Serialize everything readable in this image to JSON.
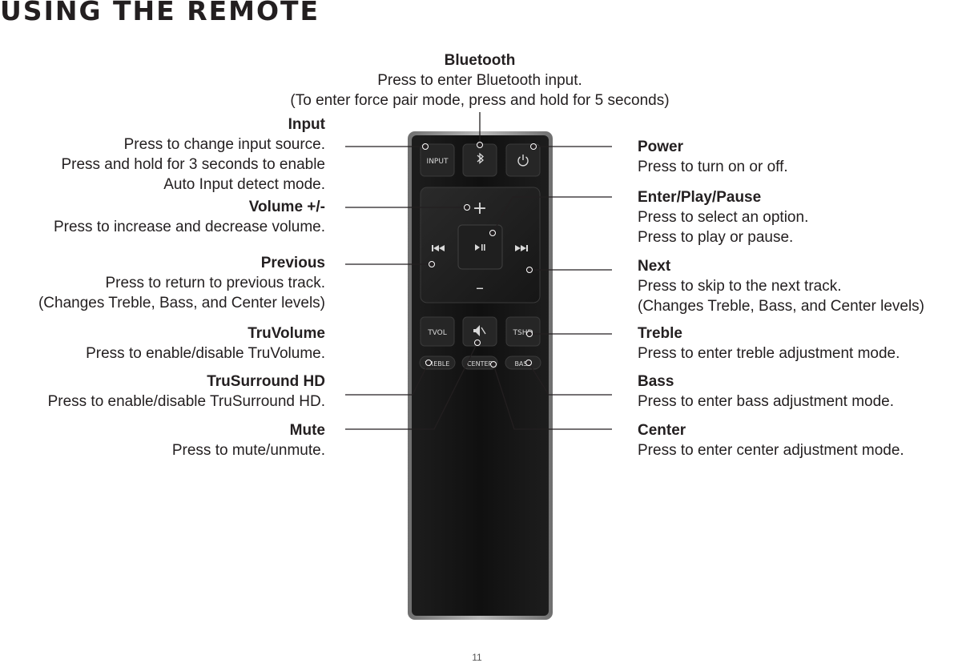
{
  "page": {
    "title": "USING THE REMOTE",
    "page_number": "11"
  },
  "callouts": {
    "bluetooth": {
      "title": "Bluetooth",
      "lines": [
        "Press to enter Bluetooth input.",
        "(To enter force pair mode, press and hold for 5 seconds)"
      ]
    },
    "input": {
      "title": "Input",
      "lines": [
        "Press to change input source.",
        "Press and hold for 3 seconds to enable",
        "Auto Input detect mode."
      ]
    },
    "volume": {
      "title": "Volume +/-",
      "lines": [
        "Press to increase and decrease volume."
      ]
    },
    "previous": {
      "title": "Previous",
      "lines": [
        "Press to return to previous track.",
        "(Changes Treble, Bass, and Center levels)"
      ]
    },
    "truvolume": {
      "title": "TruVolume",
      "lines": [
        "Press to enable/disable TruVolume."
      ]
    },
    "trusurround": {
      "title": "TruSurround HD",
      "lines": [
        "Press to enable/disable TruSurround HD."
      ]
    },
    "mute": {
      "title": "Mute",
      "lines": [
        "Press to mute/unmute."
      ]
    },
    "power": {
      "title": "Power",
      "lines": [
        "Press to turn on or off."
      ]
    },
    "enter": {
      "title": "Enter/Play/Pause",
      "lines": [
        "Press to select an option.",
        "Press to play or pause."
      ]
    },
    "next": {
      "title": "Next",
      "lines": [
        "Press to skip to the next track.",
        "(Changes Treble, Bass, and Center levels)"
      ]
    },
    "treble": {
      "title": "Treble",
      "lines": [
        "Press to enter treble adjustment mode."
      ]
    },
    "bass": {
      "title": "Bass",
      "lines": [
        "Press to enter bass adjustment mode."
      ]
    },
    "center": {
      "title": "Center",
      "lines": [
        "Press to enter center adjustment mode."
      ]
    }
  },
  "remote": {
    "buttons": {
      "input": "INPUT",
      "tvol": "TVOL",
      "tshd": "TSHD",
      "treble": "TREBLE",
      "center": "CENTER",
      "bass": "BASS",
      "vol_up": "+",
      "vol_down": "–"
    },
    "icons": [
      "bluetooth-icon",
      "power-icon",
      "previous-track-icon",
      "play-pause-icon",
      "next-track-icon",
      "mute-icon"
    ]
  },
  "colors": {
    "text": "#231f20",
    "remote_body": "#141414",
    "remote_frame": "#8a8a8a",
    "button_face": "#262626"
  }
}
